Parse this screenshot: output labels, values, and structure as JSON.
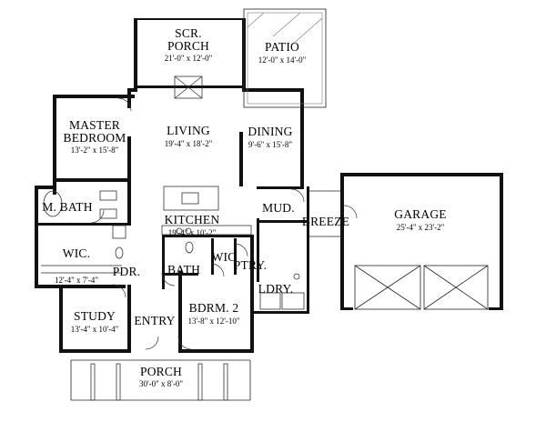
{
  "rooms": {
    "scr_porch": {
      "name_line1": "SCR.",
      "name_line2": "PORCH",
      "dims": "21'-0\" x 12'-0\""
    },
    "patio": {
      "name": "PATIO",
      "dims": "12'-0\" x 14'-0\""
    },
    "master_bedroom": {
      "name_line1": "MASTER",
      "name_line2": "BEDROOM",
      "dims": "13'-2\" x 15'-8\""
    },
    "living": {
      "name": "LIVING",
      "dims": "19'-4\" x 18'-2\""
    },
    "dining": {
      "name": "DINING",
      "dims": "9'-6\" x 15'-8\""
    },
    "garage": {
      "name": "GARAGE",
      "dims": "25'-4\" x 23'-2\""
    },
    "m_bath": {
      "name": "M. BATH"
    },
    "mud": {
      "name": "MUD."
    },
    "breeze": {
      "name": "BREEZE"
    },
    "kitchen": {
      "name": "KITCHEN",
      "dims": "19'-4\" x 10'-2\""
    },
    "wic_master": {
      "name": "WIC.",
      "dims": "12'-4\" x 7'-4\""
    },
    "pdr": {
      "name": "PDR."
    },
    "bath": {
      "name": "BATH"
    },
    "wic_small": {
      "name": "WIC"
    },
    "ptry": {
      "name": "PTRY."
    },
    "ldry": {
      "name": "LDRY."
    },
    "study": {
      "name": "STUDY",
      "dims": "13'-4\" x 10'-4\""
    },
    "entry": {
      "name": "ENTRY"
    },
    "bdrm2": {
      "name": "BDRM. 2",
      "dims": "13'-8\" x 12'-10\""
    },
    "porch": {
      "name": "PORCH",
      "dims": "30'-0\" x 8'-0\""
    }
  }
}
